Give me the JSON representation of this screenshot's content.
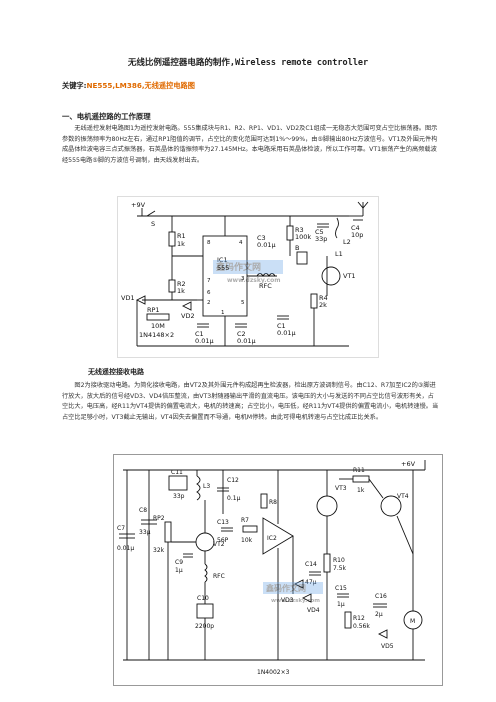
{
  "title": "无线比例遥控器电路的制作,Wireless remote controller",
  "keywords": {
    "label": "关键字:",
    "value": "NE555,LM386,无线遥控电路图"
  },
  "section1": "一、电机遥控路的工作原理",
  "para1": "无线遥控发射电路图1为遥控发射电路。555集成块与R1、R2、RP1、VD1、VD2及C1组成一无稳态大范围可变占空比振荡器。图示参数的振荡频率为80Hz左右，通过RP1阻值的调节，占空比的变化范围可达到1%～99%，由⑤脚输出80Hz方波信号。VT1及外围元件构成晶体检波电容三点式振荡器，石英晶体的谐振频率为27.145MHz。本电路采用石英晶体检波，所以工作可靠。VT1振荡产生的高频载波经555电路⑤脚的方波信号调制，由天线发射出去。",
  "subsection": "无线遥控接收电路",
  "para2": "图2为接收驱动电路。为简化接收电路，由VT2及其外围元件构成超再生检波器，检出原方波调制信号。由C12、R7加至IC2的③脚进行放大，放大后的信号经VD3、VD4倍压整流，由VT3射随器输出平滑的直流电压。该电压的大小与发送的不同占空比信号波形有关，占空比大，电压高，经R11为VT4提供的偏置电流大，电机的转速高；占空比小，电压低，经R11为VT4提供的偏置电流小，电机转速慢。当占空比足够小时，VT3截止无输出，VT4因失去偏置而不导通，电机M停转。由此可得电机转速与占空比成正比关系。",
  "watermark": {
    "text_cn": "鑫码作文网",
    "url": "www.dzsky.com"
  },
  "fig1": {
    "supply": "+9V",
    "switch": "S",
    "r1": "R1",
    "r1v": "1k",
    "r2": "R2",
    "r2v": "1k",
    "vd1": "VD1",
    "vd2": "VD2",
    "rp1": "RP1",
    "rp1v": "10M",
    "diodes": "1N4148×2",
    "c1": "C1",
    "c1v": "0.01μ",
    "c2": "C2",
    "c2v": "0.01μ",
    "ic": "IC1",
    "icv": "555",
    "c3": "C3",
    "c3v": "0.01μ",
    "r3": "R3",
    "r3v": "100k",
    "c5": "C5",
    "c5v": "33p",
    "c4": "C4",
    "c4v": "10p",
    "l2": "L2",
    "b": "B",
    "rfc": "RFC",
    "r4": "R4",
    "r4v": "2k",
    "vt1": "VT1",
    "c6": "C1",
    "c6v": "0.01μ",
    "pins": [
      "8",
      "4",
      "7",
      "6",
      "2",
      "5",
      "1",
      "3"
    ],
    "l1": "L1"
  },
  "fig2": {
    "supply": "+6V",
    "c11": "C11",
    "c11v": "33p",
    "l3": "L3",
    "c12": "C12",
    "c12v": "0.1μ",
    "c8": "C8",
    "c8v": "33μ",
    "c7": "C7",
    "c7v": "0.01μ",
    "rp2": "RP2",
    "rp2v": "32k",
    "c13": "C13",
    "c13v": "56P",
    "vt2": "VT2",
    "c9": "C9",
    "c9v": "1μ",
    "rfc": "RFC",
    "c10": "C10",
    "c10v": "2200p",
    "r7": "R7",
    "r7v": "10k",
    "r8": "R8",
    "ic2": "IC2",
    "vt3": "VT3",
    "r11": "R11",
    "r11v": "1k",
    "vt4": "VT4",
    "vd3": "VD3",
    "vd4": "VD4",
    "c14": "C14",
    "c14v": "47μ",
    "r10": "R10",
    "r10v": "7.5k",
    "c15": "C15",
    "c15v": "1μ",
    "r12": "R12",
    "r12v": "0.56k",
    "c16": "C16",
    "c16v": "2μ",
    "vd5": "VD5",
    "motor": "M",
    "diodes": "1N4002×3"
  }
}
